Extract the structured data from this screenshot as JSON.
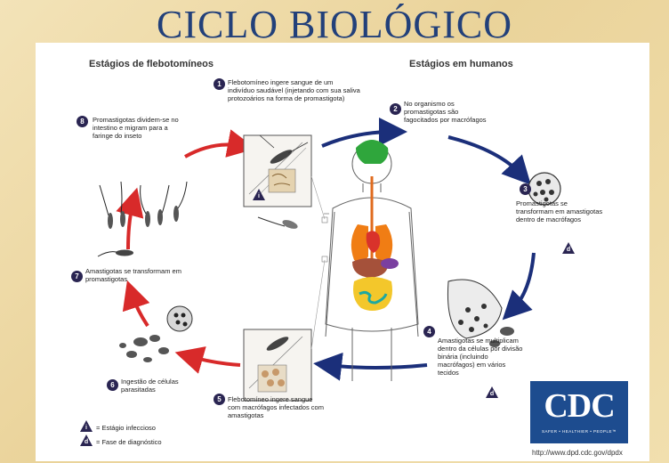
{
  "title": "CICLO BIOLÓGICO",
  "headers": {
    "vector": "Estágios de flebotomíneos",
    "human": "Estágios em humanos"
  },
  "steps": [
    {
      "n": "1",
      "text": "Flebotomíneo ingere sangue de um indivíduo saudável (injetando com sua saliva protozoários na forma de promastigota)"
    },
    {
      "n": "2",
      "text": "No organismo os promastigotas são fagocitados por macrófagos"
    },
    {
      "n": "3",
      "text": "Promastigotas se transformam em amastigotas dentro de macrófagos"
    },
    {
      "n": "4",
      "text": "Amastigotas se multiplicam dentro da células por divisão binária (incluindo macrófagos) em vários tecidos"
    },
    {
      "n": "5",
      "text": "Flebotomíneo ingere sangue com macrófagos infectados com amastigotas"
    },
    {
      "n": "6",
      "text": "Ingestão de células parasitadas"
    },
    {
      "n": "7",
      "text": "Amastigotas se transformam em promastigotas"
    },
    {
      "n": "8",
      "text": "Promastigotas dividem-se no intestino e migram para a faringe do inseto"
    }
  ],
  "legend": {
    "infective_symbol": "i",
    "infective": "= Estágio infeccioso",
    "diagnostic_symbol": "d",
    "diagnostic": "= Fase de diagnóstico"
  },
  "cdc": {
    "logo": "CDC",
    "tagline": "SAFER • HEALTHIER • PEOPLE™",
    "url": "http://www.dpd.cdc.gov/dpdx"
  },
  "colors": {
    "title": "#22407a",
    "red_arrow": "#d82a2a",
    "blue_arrow": "#1b2f7a",
    "badge": "#2a2552",
    "cdc": "#1d4c8f"
  }
}
